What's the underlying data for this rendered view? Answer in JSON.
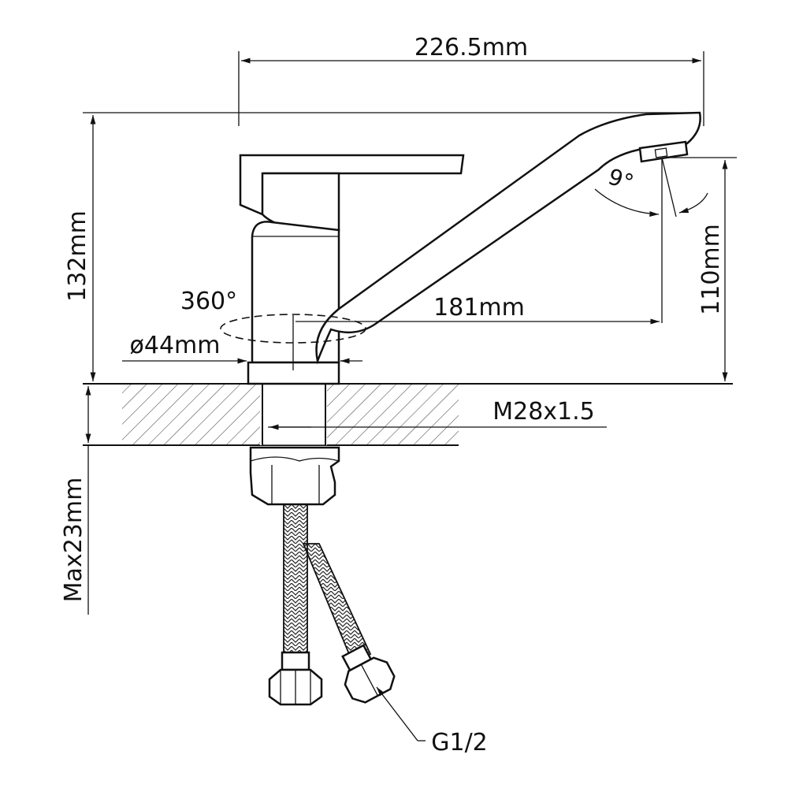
{
  "dimensions": {
    "overall_length": "226.5mm",
    "height": "132mm",
    "spout_height": "110mm",
    "spout_reach": "181mm",
    "rotation": "360°",
    "base_diameter": "ø44mm",
    "thread": "M28x1.5",
    "max_thickness": "Max23mm",
    "connection": "G1/2",
    "aerator_angle": "9°"
  }
}
